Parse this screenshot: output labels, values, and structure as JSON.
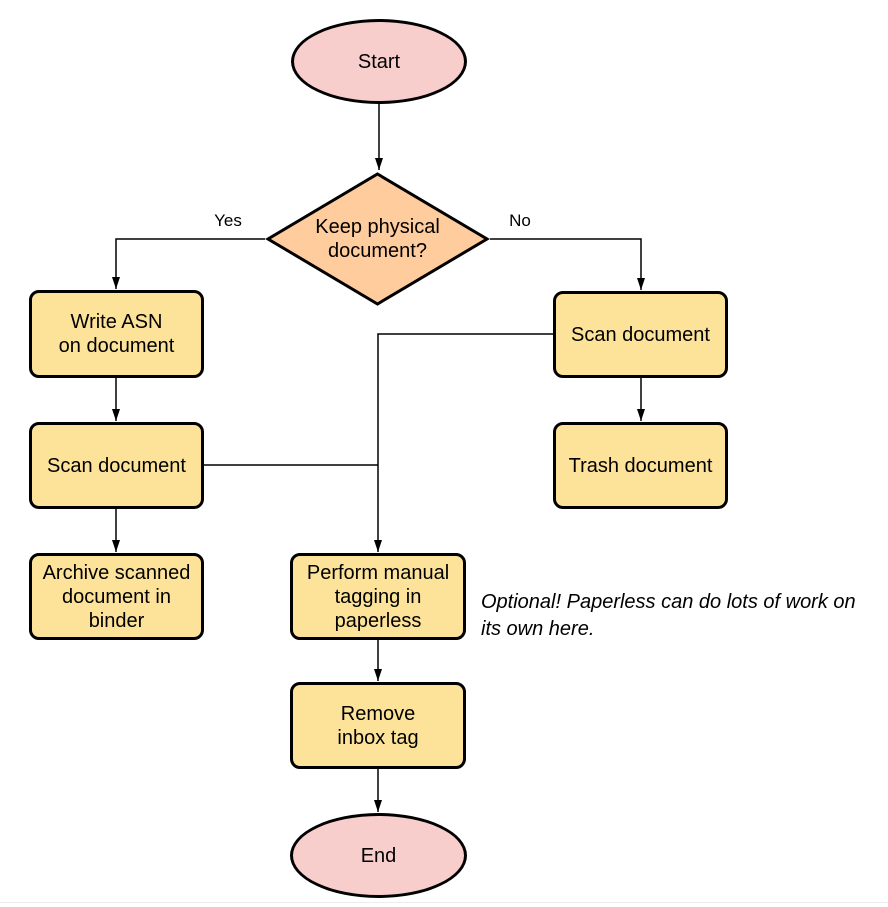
{
  "diagram": {
    "nodes": {
      "start": {
        "label": "Start",
        "shape": "ellipse",
        "fill": "#F8CECC"
      },
      "decision": {
        "label": "Keep physical\ndocument?",
        "shape": "diamond",
        "fill": "#FFCC9E"
      },
      "write_asn": {
        "label": "Write ASN\non document",
        "shape": "process",
        "fill": "#FDE399"
      },
      "scan_left": {
        "label": "Scan document",
        "shape": "process",
        "fill": "#FDE399"
      },
      "archive": {
        "label": "Archive scanned\ndocument in\nbinder",
        "shape": "process",
        "fill": "#FDE399"
      },
      "scan_right": {
        "label": "Scan document",
        "shape": "process",
        "fill": "#FDE399"
      },
      "trash": {
        "label": "Trash document",
        "shape": "process",
        "fill": "#FDE399"
      },
      "tagging": {
        "label": "Perform manual\ntagging in\npaperless",
        "shape": "process",
        "fill": "#FDE399"
      },
      "remove_inbox": {
        "label": "Remove\ninbox tag",
        "shape": "process",
        "fill": "#FDE399"
      },
      "end": {
        "label": "End",
        "shape": "ellipse",
        "fill": "#F8CECC"
      }
    },
    "edge_labels": {
      "yes": "Yes",
      "no": "No"
    },
    "annotation": "Optional! Paperless can do lots of work on\nits own here.",
    "colors": {
      "terminator_fill": "#F8CECC",
      "decision_fill": "#FFCC9E",
      "process_fill": "#FDE399",
      "border": "#000000",
      "connector": "#000000",
      "text": "#000000",
      "background": "#ffffff",
      "bottom_divider": "#ededed"
    }
  }
}
